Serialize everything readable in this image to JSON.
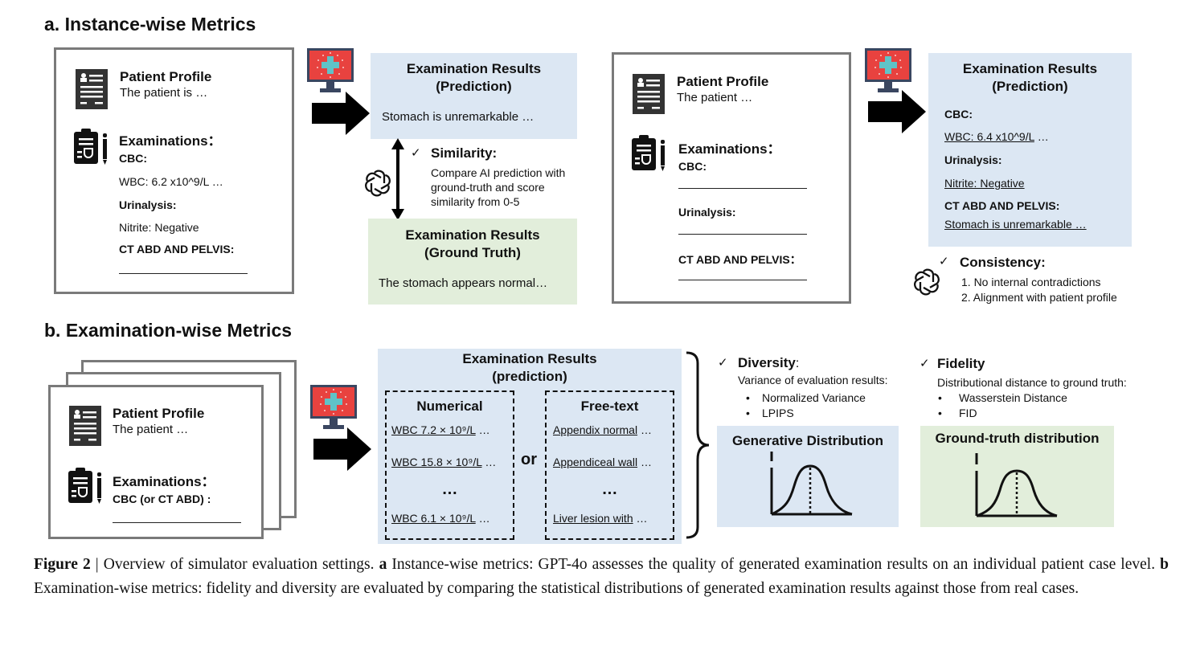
{
  "section_a": {
    "title": "a. Instance-wise Metrics",
    "card1": {
      "profile_title": "Patient Profile",
      "profile_text": "The patient is …",
      "exam_title": "Examinations：",
      "items": [
        {
          "label": "CBC:",
          "value": "WBC: 6.2 x10^9/L …"
        },
        {
          "label": "Urinalysis:",
          "value": "Nitrite: Negative"
        },
        {
          "label": "CT ABD AND PELVIS:",
          "value": ""
        }
      ]
    },
    "prediction_box": {
      "title_line1": "Examination Results",
      "title_line2": "(Prediction)",
      "text": "Stomach is unremarkable …"
    },
    "similarity": {
      "check": "✓",
      "title": "Similarity:",
      "line1": "Compare AI prediction with",
      "line2": "ground-truth and score",
      "line3": "similarity from 0-5"
    },
    "ground_truth_box": {
      "title_line1": "Examination Results",
      "title_line2": "(Ground Truth)",
      "text": "The stomach appears normal…"
    },
    "card2": {
      "profile_title": "Patient Profile",
      "profile_text": "The patient …",
      "exam_title": "Examinations：",
      "items": [
        {
          "label": "CBC:"
        },
        {
          "label": "Urinalysis:"
        },
        {
          "label": "CT ABD AND PELVIS："
        }
      ]
    },
    "prediction_box2": {
      "title_line1": "Examination Results",
      "title_line2": "(Prediction)",
      "items": [
        {
          "label": "CBC:",
          "value": "WBC: 6.4 x10^9/L",
          "suffix": " …"
        },
        {
          "label": "Urinalysis:",
          "value": "Nitrite: Negative",
          "suffix": ""
        },
        {
          "label": "CT ABD AND PELVIS:",
          "value": "Stomach is unremarkable …",
          "suffix": ""
        }
      ]
    },
    "consistency": {
      "check": "✓",
      "title": "Consistency:",
      "line1": "1. No internal contradictions",
      "line2": "2. Alignment with patient profile"
    }
  },
  "section_b": {
    "title": "b. Examination-wise Metrics",
    "card": {
      "profile_title": "Patient Profile",
      "profile_text": "The patient …",
      "exam_title": "Examinations：",
      "item_label": "CBC (or CT ABD) :"
    },
    "results_box": {
      "title_line1": "Examination Results",
      "title_line2": "(prediction)",
      "or_label": "or",
      "numerical": {
        "title": "Numerical",
        "items": [
          {
            "text": "WBC 7.2 × 10⁹/L",
            "suffix": " …"
          },
          {
            "text": "WBC 15.8 × 10⁹/L",
            "suffix": " …"
          },
          {
            "text": "WBC 6.1 × 10⁹/L",
            "suffix": " …"
          }
        ],
        "ellipsis": "…"
      },
      "freetext": {
        "title": "Free-text",
        "items": [
          {
            "text": "Appendix normal",
            "suffix": " …"
          },
          {
            "text": "Appendiceal wall",
            "suffix": " …"
          },
          {
            "text": "Liver lesion with",
            "suffix": " …"
          }
        ],
        "ellipsis": "…"
      }
    },
    "diversity": {
      "check": "✓",
      "title": "Diversity",
      "colon": ":",
      "desc": "Variance of evaluation results:",
      "bullets": [
        "Normalized Variance",
        "LPIPS"
      ]
    },
    "fidelity": {
      "check": "✓",
      "title": "Fidelity",
      "desc": "Distributional distance to ground truth:",
      "bullets": [
        "Wasserstein Distance",
        "FID"
      ]
    },
    "gen_dist": {
      "title": "Generative Distribution"
    },
    "gt_dist": {
      "title": "Ground-truth distribution"
    }
  },
  "caption": {
    "label": "Figure 2",
    "sep": " | ",
    "intro": "Overview of simulator evaluation settings. ",
    "a_label": "a",
    "a_text": " Instance-wise metrics: GPT-4o assesses the quality of generated examination results on an individual patient case level. ",
    "b_label": "b",
    "b_text": " Examination-wise metrics: fidelity and diversity are evaluated by comparing the statistical distributions of generated examination results against those from real cases."
  },
  "colors": {
    "prediction_bg": "#dce7f3",
    "ground_truth_bg": "#e2eedb",
    "monitor_red": "#e8423f",
    "monitor_cross": "#5fc3c8",
    "monitor_stand": "#3a4660"
  }
}
